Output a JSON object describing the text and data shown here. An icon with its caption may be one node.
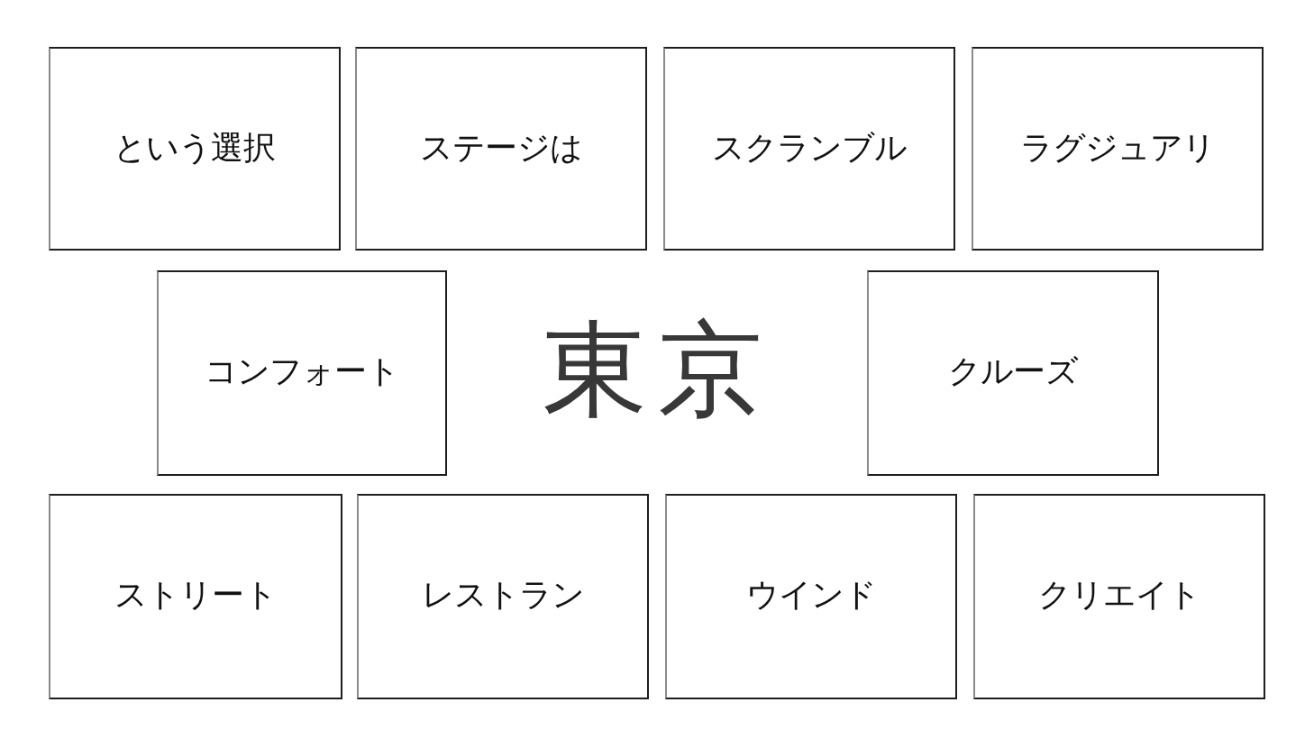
{
  "diagram": {
    "nodes": [
      {
        "text": [
          "という選択"
        ]
      },
      {
        "text": [
          "ステージは"
        ]
      },
      {
        "text": [
          "スクランブル"
        ]
      },
      {
        "text": [
          "ラグジュアリ"
        ]
      },
      {
        "text": [
          "コンフォート"
        ]
      },
      {
        "text": [
          "クルーズ"
        ]
      },
      {
        "text": [
          "ストリート"
        ]
      },
      {
        "text": [
          "レストラン"
        ]
      },
      {
        "text": [
          "ウインド"
        ]
      },
      {
        "text": [
          "クリエイト"
        ]
      }
    ],
    "edges": [],
    "labels": [
      "東京"
    ]
  }
}
